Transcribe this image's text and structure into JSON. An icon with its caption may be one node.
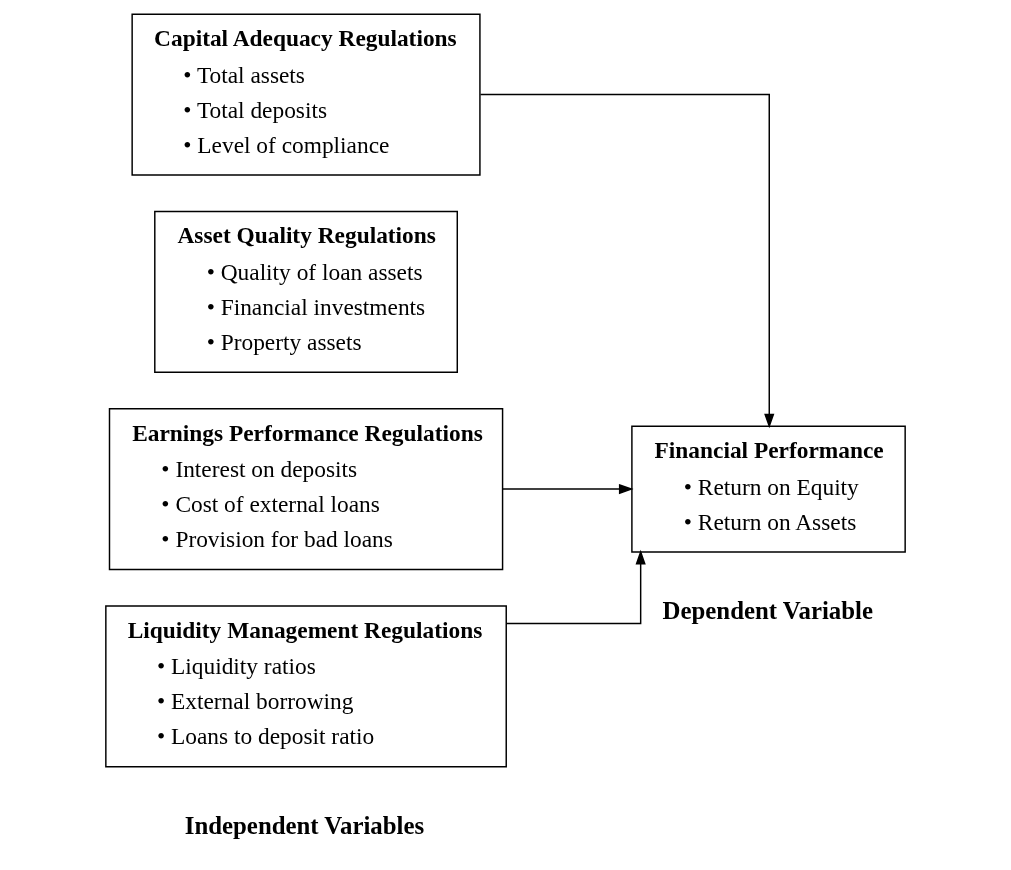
{
  "diagram": {
    "nodes": [
      {
        "text": [
          "Capital Adequacy Regulations",
          "• Total assets",
          "• Total deposits",
          "• Level of compliance"
        ]
      },
      {
        "text": [
          "Asset Quality Regulations",
          "• Quality of loan assets",
          "• Financial investments",
          "• Property assets"
        ]
      },
      {
        "text": [
          "Earnings Performance Regulations",
          "• Interest on deposits",
          "• Cost of external loans",
          "• Provision for bad loans"
        ]
      },
      {
        "text": [
          "Liquidity Management Regulations",
          "• Liquidity ratios",
          "• External borrowing",
          "• Loans to deposit ratio"
        ]
      },
      {
        "text": [
          "Financial Performance",
          "• Return on Equity",
          "• Return on Assets"
        ]
      }
    ],
    "edges": [
      {
        "from": 0,
        "to": 4,
        "arrow": "to"
      },
      {
        "from": 2,
        "to": 4,
        "arrow": "to"
      },
      {
        "from": 3,
        "to": 4,
        "arrow": "to"
      }
    ],
    "labels": [
      "Independent Variables",
      "Dependent Variable"
    ]
  }
}
